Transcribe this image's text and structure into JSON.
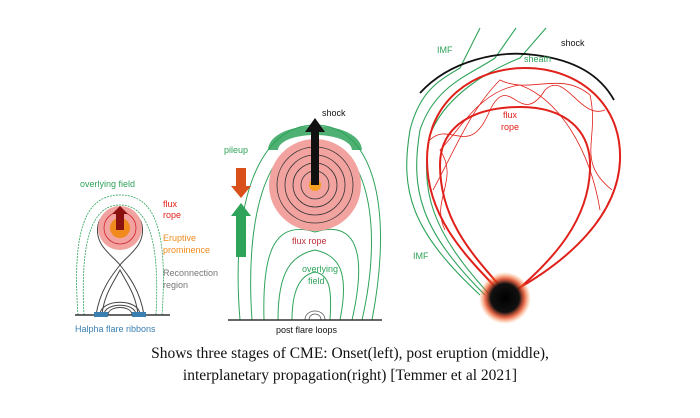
{
  "left_panel": {
    "overlying_field": "overlying field",
    "flux_rope_1": "flux",
    "flux_rope_2": "rope",
    "prominence_1": "Eruptive",
    "prominence_2": "prominence",
    "reconnection_1": "Reconnection",
    "reconnection_2": "region",
    "ribbons": "Halpha flare ribbons"
  },
  "middle_panel": {
    "shock": "shock",
    "pileup": "pileup",
    "flux_rope": "flux rope",
    "overlying_1": "overlying",
    "overlying_2": "field",
    "post_flare_loops": "post flare loops"
  },
  "right_panel": {
    "imf_top": "IMF",
    "shock": "shock",
    "sheath": "sheath",
    "flux_rope_1": "flux",
    "flux_rope_2": "rope",
    "imf_bottom": "IMF"
  },
  "caption": {
    "line1": "Shows three stages of CME: Onset(left), post eruption (middle),",
    "line2": "interplanetary propagation(right) [Temmer et al 2021]"
  },
  "colors": {
    "green": "#2fa35a",
    "red": "#e0201a",
    "pink": "#f2a3a0",
    "orange": "#f08a1c",
    "blue": "#3a7fb0"
  }
}
